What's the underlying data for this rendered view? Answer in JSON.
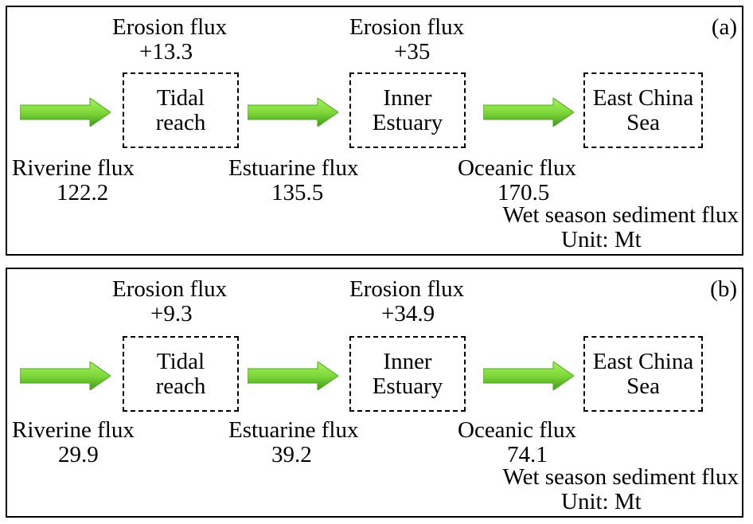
{
  "panels": [
    {
      "label": "(a)",
      "erosion1": {
        "title": "Erosion flux",
        "value": "+13.3"
      },
      "erosion2": {
        "title": "Erosion flux",
        "value": "+35"
      },
      "boxes": [
        {
          "line1": "Tidal",
          "line2": "reach"
        },
        {
          "line1": "Inner",
          "line2": "Estuary"
        },
        {
          "line1": "East China",
          "line2": "Sea"
        }
      ],
      "fluxes": [
        {
          "label": "Riverine flux",
          "value": "122.2"
        },
        {
          "label": "Estuarine flux",
          "value": "135.5"
        },
        {
          "label": "Oceanic flux",
          "value": "170.5"
        }
      ],
      "note": "Wet season sediment flux",
      "unit": "Unit: Mt"
    },
    {
      "label": "(b)",
      "erosion1": {
        "title": "Erosion flux",
        "value": "+9.3"
      },
      "erosion2": {
        "title": "Erosion flux",
        "value": "+34.9"
      },
      "boxes": [
        {
          "line1": "Tidal",
          "line2": "reach"
        },
        {
          "line1": "Inner",
          "line2": "Estuary"
        },
        {
          "line1": "East China",
          "line2": "Sea"
        }
      ],
      "fluxes": [
        {
          "label": "Riverine flux",
          "value": "29.9"
        },
        {
          "label": "Estuarine flux",
          "value": "39.2"
        },
        {
          "label": "Oceanic flux",
          "value": "74.1"
        }
      ],
      "note": "Wet season sediment flux",
      "unit": "Unit: Mt"
    }
  ],
  "colors": {
    "arrow_light": "#8ee04a",
    "arrow_dark": "#4aa81e",
    "border": "#000000"
  }
}
